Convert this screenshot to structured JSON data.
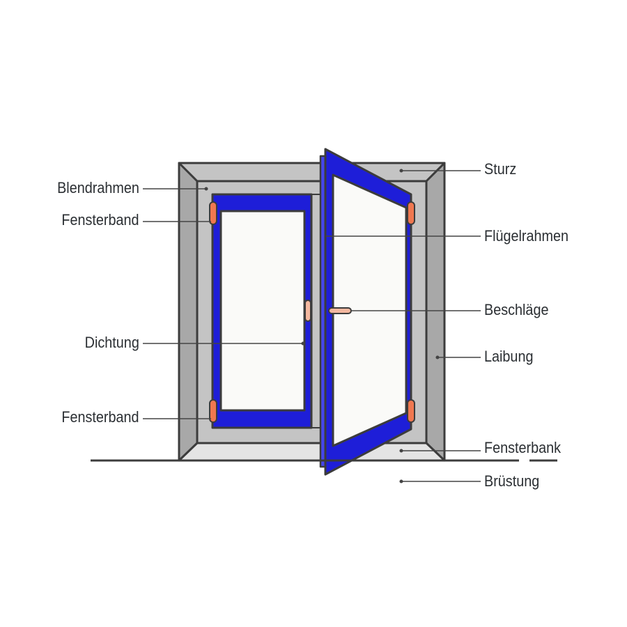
{
  "title": "Fenster Bauteile",
  "labels": {
    "blendrahmen": "Blendrahmen",
    "fensterband_top": "Fensterband",
    "dichtung": "Dichtung",
    "fensterband_bottom": "Fensterband",
    "sturz": "Sturz",
    "fluegelrahmen": "Flügelrahmen",
    "beschlaege": "Beschläge",
    "laibung": "Laibung",
    "fensterbank": "Fensterbank",
    "bruestung": "Brüstung"
  },
  "colors": {
    "sash": "#1e1ed8",
    "sash_edge": "#4646ee",
    "frame_light": "#c4c4c4",
    "frame_dark": "#a8a8a8",
    "sill": "#e4e4e4",
    "glass": "#fafaf8",
    "hinge": "#f07850",
    "outline": "#3c3c3c"
  }
}
